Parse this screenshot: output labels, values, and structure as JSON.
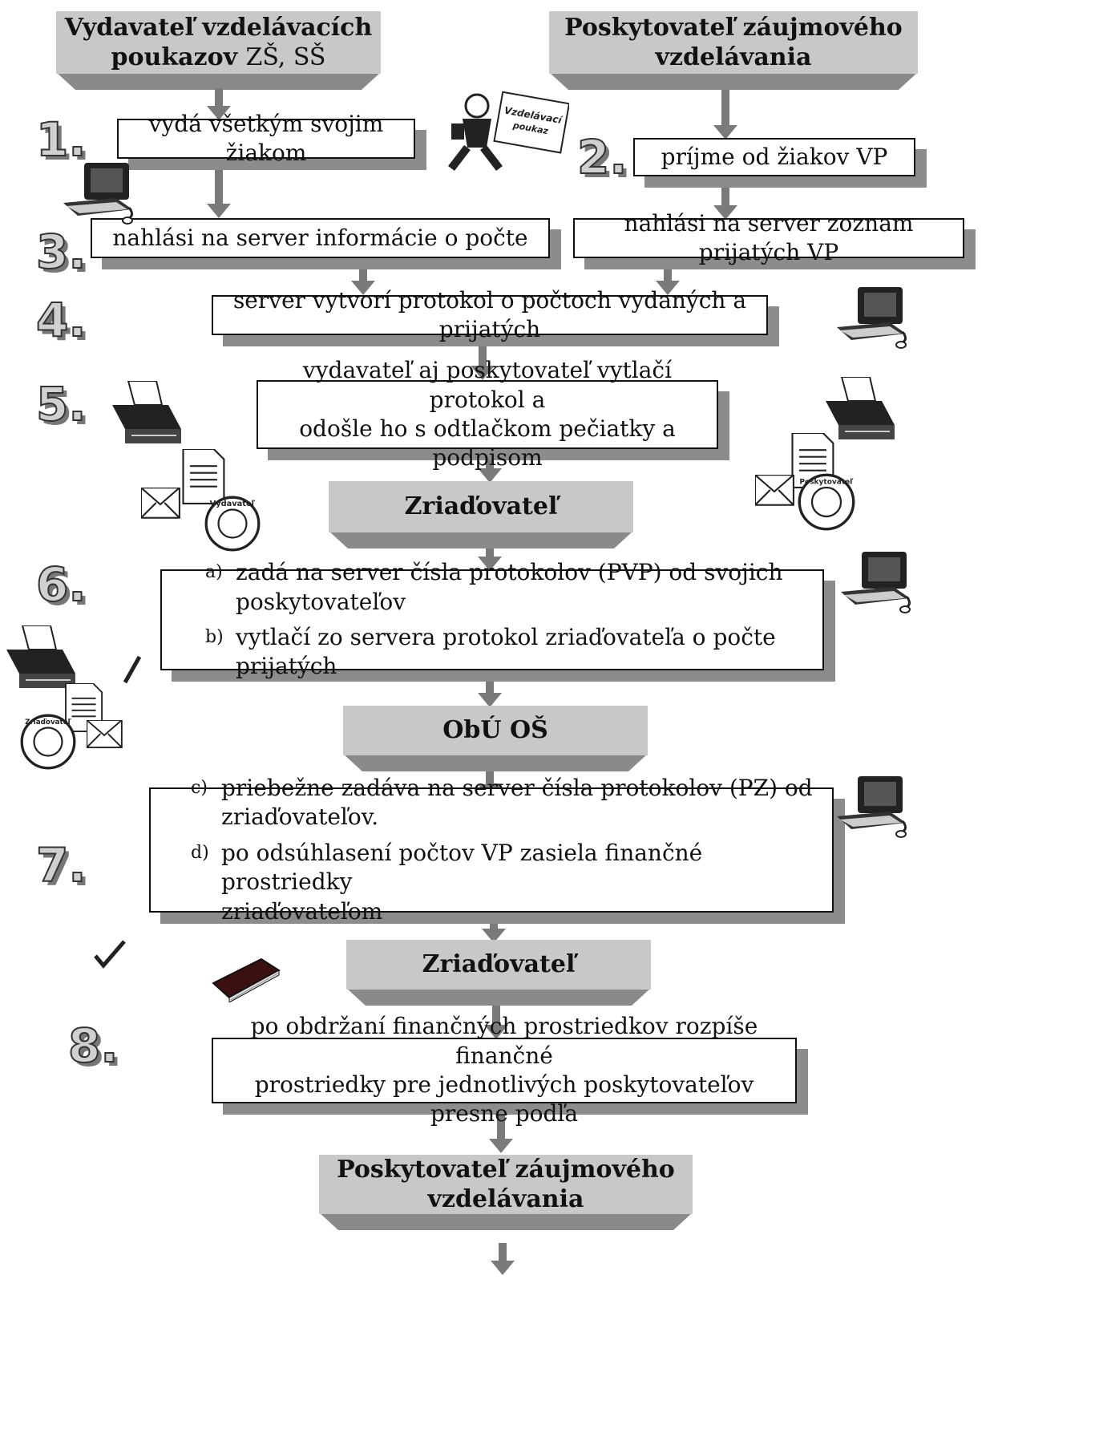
{
  "top_left": {
    "title_bold": "Vydavateľ vzdelávacích",
    "title_bold2": "poukazov",
    "title_light": "ZŠ, SŠ"
  },
  "top_right": {
    "line1": "Poskytovateľ záujmového",
    "line2": "vzdelávania"
  },
  "steps": {
    "n1": "1.",
    "n2": "2.",
    "n3": "3.",
    "n4": "4.",
    "n5": "5.",
    "n6": "6.",
    "n7": "7.",
    "n8": "8."
  },
  "boxes": {
    "issue": "vydá všetkým svojim žiakom",
    "receive": "príjme od žiakov VP",
    "report_count": "nahlási na server informácie o počte",
    "report_list": "nahlási na server zoznam prijatých VP",
    "protocol": "server vytvorí protokol o počtoch vydaných a prijatých",
    "print_line1": "vydavateľ aj poskytovateľ vytlačí protokol a",
    "print_line2": "odošle ho s odtlačkom pečiatky a podpisom",
    "step6": [
      {
        "marker": "a)",
        "line1": "zadá na server čísla protokolov (PVP) od svojich",
        "line2": "poskytovateľov"
      },
      {
        "marker": "b)",
        "line1": "vytlačí zo servera protokol zriaďovateľa o počte prijatých",
        "line2": ""
      }
    ],
    "step7": [
      {
        "marker": "c)",
        "line1": "priebežne zadáva na server čísla protokolov (PZ) od",
        "line2": "zriaďovateľov."
      },
      {
        "marker": "d)",
        "line1": "po odsúhlasení počtov VP zasiela finančné prostriedky",
        "line2": "zriaďovateľom"
      }
    ],
    "step8_line1": "po obdržaní finančných prostriedkov rozpíše finančné",
    "step8_line2": "prostriedky pre jednotlivých poskytovateľov presne podľa"
  },
  "banners": {
    "founder1": "Zriaďovateľ",
    "obu": "ObÚ OŠ",
    "founder2": "Zriaďovateľ",
    "provider_line1": "Poskytovateľ záujmového",
    "provider_line2": "vzdelávania"
  },
  "icon_text": {
    "voucher_line1": "Vzdelávací",
    "voucher_line2": "poukaz",
    "stamp_left": "Vydavateľ",
    "stamp_right": "Poskytovateľ",
    "stamp_bottom": "Zriaďovateľ"
  }
}
